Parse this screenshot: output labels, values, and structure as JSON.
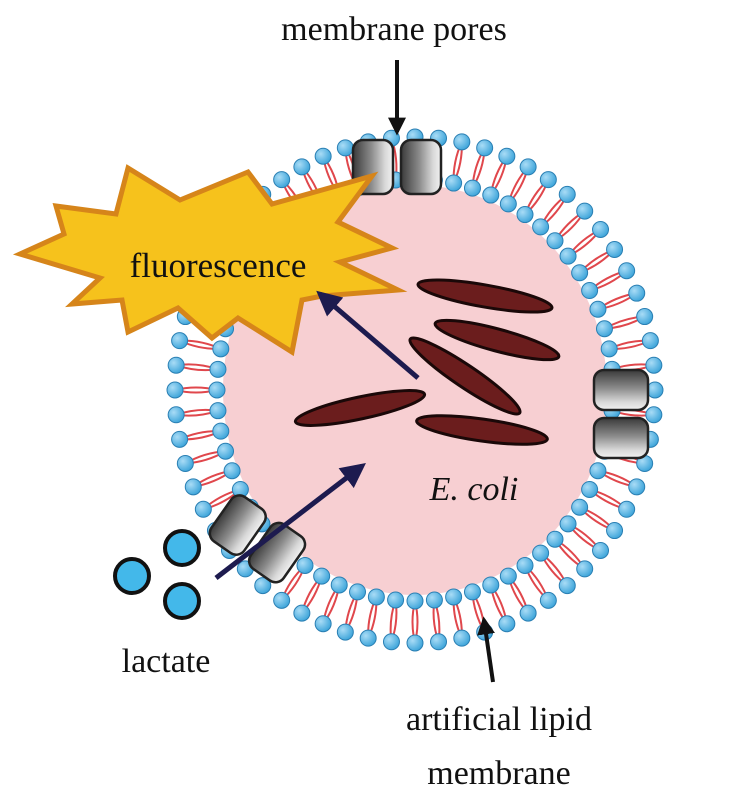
{
  "labels": {
    "membrane_pores": "membrane pores",
    "fluorescence": "fluorescence",
    "e_coli": "E. coli",
    "lactate": "lactate",
    "lipid_line1": "artificial lipid",
    "lipid_line2": "membrane"
  },
  "colors": {
    "head": "#5cb6e6",
    "head_stroke": "#2a7fb3",
    "tail": "#e0474c",
    "interior": "#f7cfd2",
    "bacterium": "#6b1d1d",
    "burst_fill": "#f6c21c",
    "burst_stroke": "#d6851a",
    "pore": "#5a5a5a",
    "arrow_navy": "#1d1b4f",
    "arrow_black": "#111111",
    "lactate": "#43b8ea"
  },
  "icons": [
    "lipid-bilayer",
    "membrane-pore-icon",
    "rod-bacterium-icon",
    "starburst-icon",
    "lactate-molecule-icon"
  ]
}
